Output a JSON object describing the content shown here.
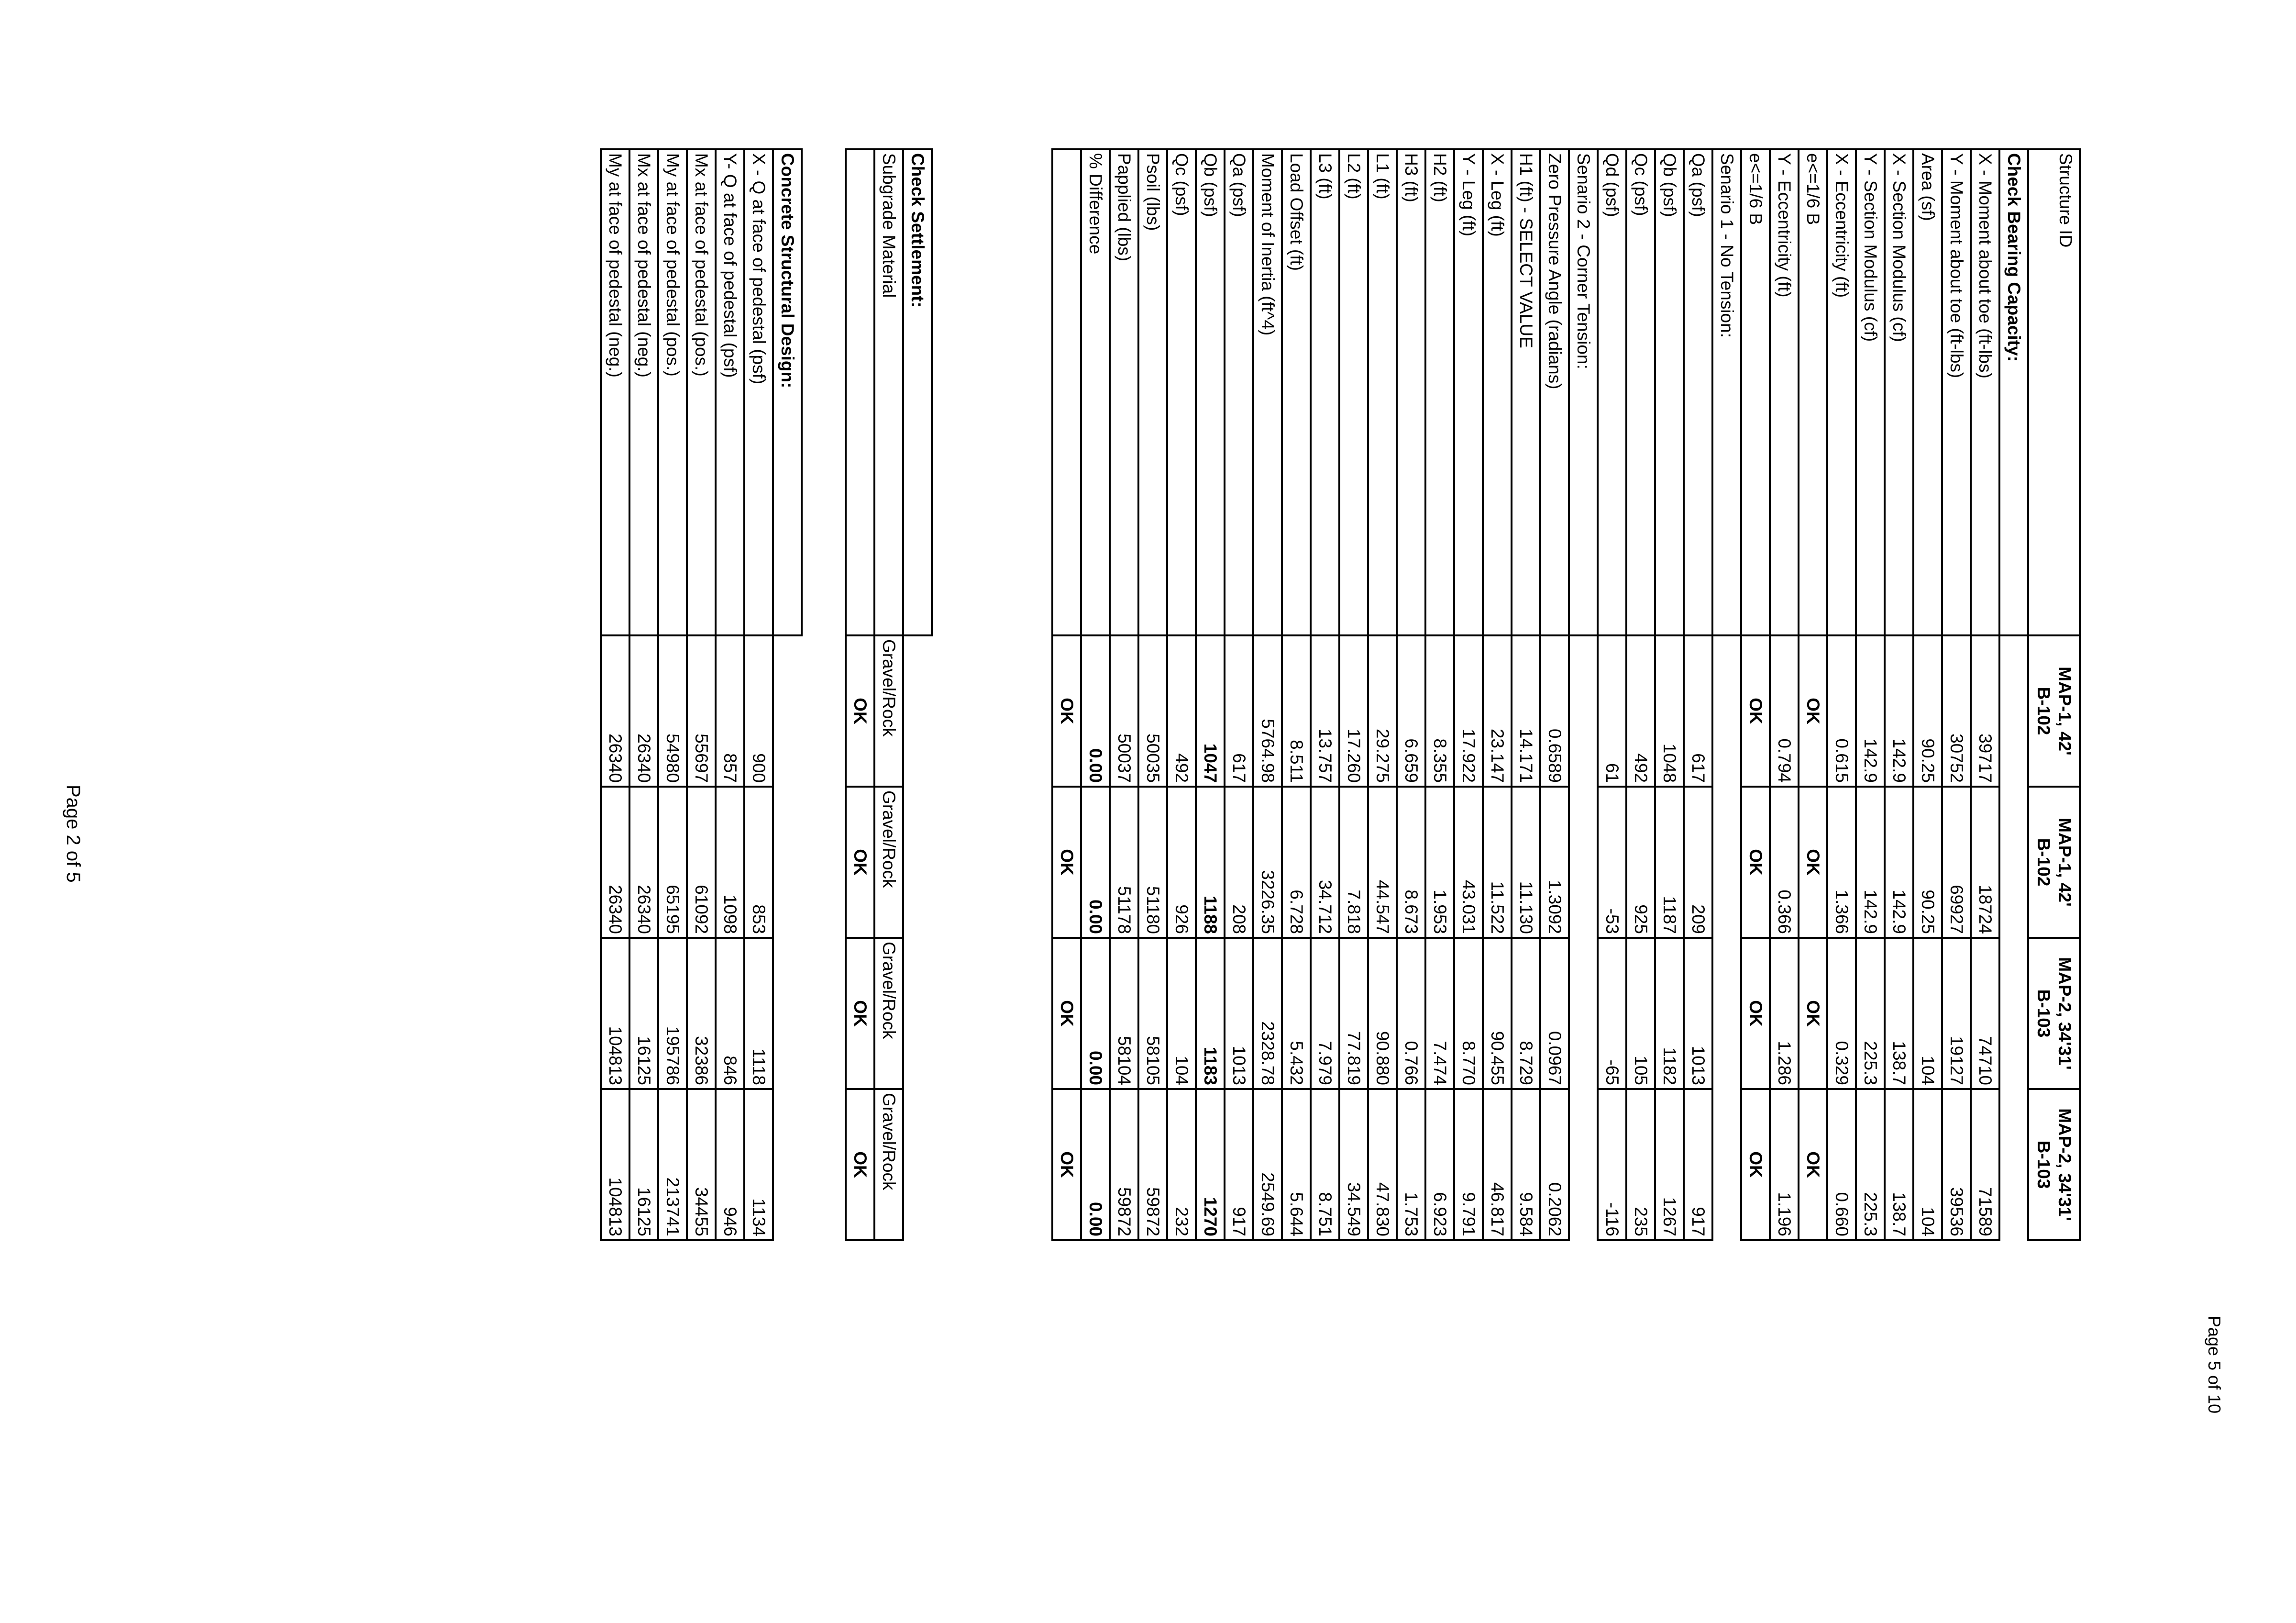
{
  "page_numbers": {
    "inner": "Page 2 of 5",
    "outer": "Page 5 of 10"
  },
  "header": {
    "structure_label": "Structure ID",
    "columns": [
      {
        "line1": "MAP-1, 42'",
        "line2": "B-102"
      },
      {
        "line1": "MAP-1, 42'",
        "line2": "B-102"
      },
      {
        "line1": "MAP-2, 34'31'",
        "line2": "B-103"
      },
      {
        "line1": "MAP-2, 34'31'",
        "line2": "B-103"
      }
    ]
  },
  "bearing": {
    "title": "Check Bearing Capacity:",
    "rows": [
      {
        "label": "X - Moment about toe (ft-lbs)",
        "values": [
          "39717",
          "18724",
          "74710",
          "71589"
        ]
      },
      {
        "label": "Y - Moment about toe (ft-lbs)",
        "values": [
          "30752",
          "69927",
          "19127",
          "39536"
        ]
      },
      {
        "label": "Area (sf)",
        "values": [
          "90.25",
          "90.25",
          "104",
          "104"
        ]
      },
      {
        "label": "X - Section Modulus (cf)",
        "values": [
          "142.9",
          "142.9",
          "138.7",
          "138.7"
        ]
      },
      {
        "label": "Y - Section Modulus (cf)",
        "values": [
          "142.9",
          "142.9",
          "225.3",
          "225.3"
        ]
      },
      {
        "label": "X - Eccentricity (ft)",
        "values": [
          "0.615",
          "1.366",
          "0.329",
          "0.660"
        ]
      },
      {
        "label": "e<=1/6 B",
        "values": [
          "OK",
          "OK",
          "OK",
          "OK"
        ],
        "bold": true
      },
      {
        "label": "Y - Eccentricity (ft)",
        "values": [
          "0.794",
          "0.366",
          "1.286",
          "1.196"
        ]
      },
      {
        "label": "e<=1/6 B",
        "values": [
          "OK",
          "OK",
          "OK",
          "OK"
        ],
        "bold": true
      }
    ]
  },
  "senario1": {
    "title": "Senario 1 - No Tension:",
    "rows": [
      {
        "label": "Qa (psf)",
        "values": [
          "617",
          "209",
          "1013",
          "917"
        ]
      },
      {
        "label": "Qb (psf)",
        "values": [
          "1048",
          "1187",
          "1182",
          "1267"
        ]
      },
      {
        "label": "Qc (psf)",
        "values": [
          "492",
          "925",
          "105",
          "235"
        ]
      },
      {
        "label": "Qd (psf)",
        "values": [
          "61",
          "-53",
          "-65",
          "-116"
        ]
      }
    ]
  },
  "senario2": {
    "title": "Senario 2 - Corner Tension:",
    "rows": [
      {
        "label": "Zero Pressure Angle (radians)",
        "values": [
          "0.6589",
          "1.3092",
          "0.0967",
          "0.2062"
        ]
      },
      {
        "label": "H1 (ft) - SELECT VALUE",
        "values": [
          "14.171",
          "11.130",
          "8.729",
          "9.584"
        ]
      },
      {
        "label": "X - Leg (ft)",
        "values": [
          "23.147",
          "11.522",
          "90.455",
          "46.817"
        ]
      },
      {
        "label": "Y - Leg (ft)",
        "values": [
          "17.922",
          "43.031",
          "8.770",
          "9.791"
        ]
      },
      {
        "label": "H2 (ft)",
        "values": [
          "8.355",
          "1.953",
          "7.474",
          "6.923"
        ]
      },
      {
        "label": "H3 (ft)",
        "values": [
          "6.659",
          "8.673",
          "0.766",
          "1.753"
        ]
      },
      {
        "label": "L1 (ft)",
        "values": [
          "29.275",
          "44.547",
          "90.880",
          "47.830"
        ]
      },
      {
        "label": "L2 (ft)",
        "values": [
          "17.260",
          "7.818",
          "77.819",
          "34.549"
        ]
      },
      {
        "label": "L3 (ft)",
        "values": [
          "13.757",
          "34.712",
          "7.979",
          "8.751"
        ]
      },
      {
        "label": "Load Offset (ft)",
        "values": [
          "8.511",
          "6.728",
          "5.432",
          "5.644"
        ]
      },
      {
        "label": "Moment of Inertia (ft^4)",
        "values": [
          "5764.98",
          "3226.35",
          "2328.78",
          "2549.69"
        ]
      },
      {
        "label": "Qa (psf)",
        "values": [
          "617",
          "208",
          "1013",
          "917"
        ]
      },
      {
        "label": "Qb (psf)",
        "values": [
          "1047",
          "1188",
          "1183",
          "1270"
        ],
        "bold": true
      },
      {
        "label": "Qc (psf)",
        "values": [
          "492",
          "926",
          "104",
          "232"
        ]
      },
      {
        "label": "Psoil (lbs)",
        "values": [
          "50035",
          "51180",
          "58105",
          "59872"
        ]
      },
      {
        "label": "Papplied (lbs)",
        "values": [
          "50037",
          "51178",
          "58104",
          "59872"
        ]
      },
      {
        "label": "% Difference",
        "values": [
          "0.00",
          "0.00",
          "0.00",
          "0.00"
        ],
        "bold": true
      },
      {
        "label": "",
        "values": [
          "OK",
          "OK",
          "OK",
          "OK"
        ],
        "bold": true
      }
    ]
  },
  "settlement": {
    "title": "Check Settlement:",
    "rows": [
      {
        "label": "Subgrade Material",
        "values": [
          "Gravel/Rock",
          "Gravel/Rock",
          "Gravel/Rock",
          "Gravel/Rock"
        ],
        "align": "left"
      },
      {
        "label": "",
        "values": [
          "OK",
          "OK",
          "OK",
          "OK"
        ],
        "bold": true
      }
    ]
  },
  "concrete": {
    "title": "Concrete Structural Design:",
    "rows": [
      {
        "label": "X - Q at face of pedestal (psf)",
        "values": [
          "900",
          "853",
          "1118",
          "1134"
        ]
      },
      {
        "label": "Y- Q at face of pedestal (psf)",
        "values": [
          "857",
          "1098",
          "846",
          "946"
        ]
      },
      {
        "label": "Mx at face of pedestal (pos.)",
        "values": [
          "55697",
          "61092",
          "32386",
          "34455"
        ]
      },
      {
        "label": "My at face of pedestal (pos.)",
        "values": [
          "54980",
          "65195",
          "195786",
          "213741"
        ]
      },
      {
        "label": "Mx at face of pedestal (neg.)",
        "values": [
          "26340",
          "26340",
          "16125",
          "16125"
        ]
      },
      {
        "label": "My at face of pedestal (neg.)",
        "values": [
          "26340",
          "26340",
          "104813",
          "104813"
        ]
      }
    ]
  }
}
